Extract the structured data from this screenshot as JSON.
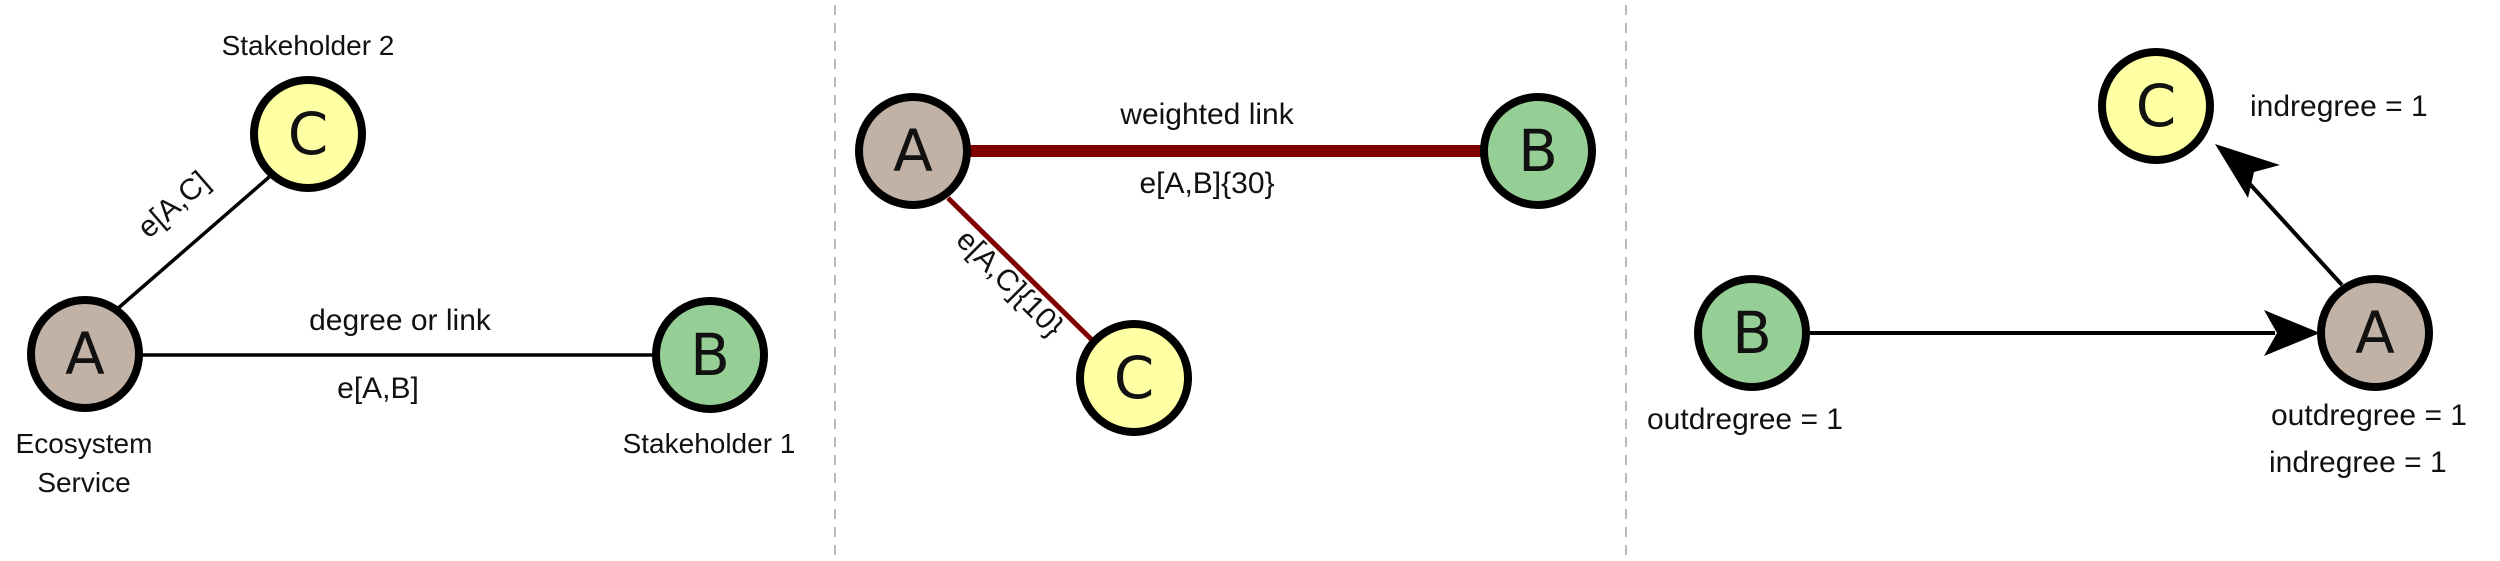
{
  "colors": {
    "node_a": "#c1b2a5",
    "node_b": "#96cf96",
    "node_c": "#ffffa4",
    "node_stroke": "#000000",
    "weighted_edge": "#800000",
    "divider": "#bbbbbb"
  },
  "panel1": {
    "node_a": "A",
    "node_b": "B",
    "node_c": "C",
    "label_stakeholder2": "Stakeholder 2",
    "label_stakeholder1": "Stakeholder 1",
    "label_ecosystem_line1": "Ecosystem",
    "label_ecosystem_line2": "Service",
    "edge_ac_label": "e[A,C]",
    "edge_ab_top": "degree or link",
    "edge_ab_bottom": "e[A,B]"
  },
  "panel2": {
    "node_a": "A",
    "node_b": "B",
    "node_c": "C",
    "edge_ab_top": "weighted link",
    "edge_ab_bottom": "e[A,B]{30}",
    "edge_ac_label": "e[A,C]{10}"
  },
  "panel3": {
    "node_a": "A",
    "node_b": "B",
    "node_c": "C",
    "label_c_indegree": "indregree = 1",
    "label_b_outdegree": "outdregree = 1",
    "label_a_outdegree": "outdregree = 1",
    "label_a_indegree": "indregree = 1"
  }
}
